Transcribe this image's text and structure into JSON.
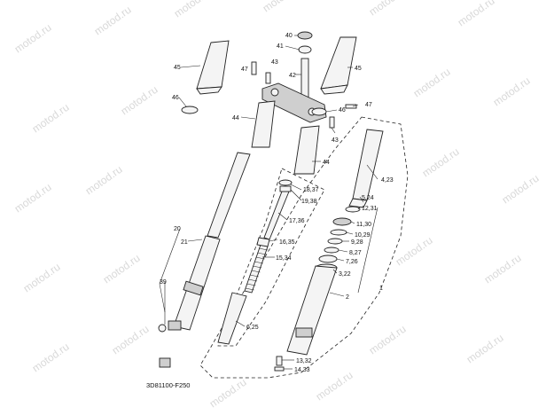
{
  "watermark": "motod.ru",
  "diagram_code": "3D81100-F250",
  "callouts": [
    {
      "id": "c40",
      "text": "40"
    },
    {
      "id": "c41",
      "text": "41"
    },
    {
      "id": "c45a",
      "text": "45"
    },
    {
      "id": "c45b",
      "text": "45"
    },
    {
      "id": "c47a",
      "text": "47"
    },
    {
      "id": "c43a",
      "text": "43"
    },
    {
      "id": "c42",
      "text": "42"
    },
    {
      "id": "c46a",
      "text": "46"
    },
    {
      "id": "c46b",
      "text": "46"
    },
    {
      "id": "c47b",
      "text": "47"
    },
    {
      "id": "c43b",
      "text": "43"
    },
    {
      "id": "c44a",
      "text": "44"
    },
    {
      "id": "c44b",
      "text": "44"
    },
    {
      "id": "c18",
      "text": "18,37"
    },
    {
      "id": "c19",
      "text": "19,38"
    },
    {
      "id": "c17",
      "text": "17,36"
    },
    {
      "id": "c16",
      "text": "16,35"
    },
    {
      "id": "c15",
      "text": "15,34"
    },
    {
      "id": "c4",
      "text": "4,23"
    },
    {
      "id": "c5",
      "text": "5,24"
    },
    {
      "id": "c12",
      "text": "12,31"
    },
    {
      "id": "c11",
      "text": "11,30"
    },
    {
      "id": "c10",
      "text": "10,29"
    },
    {
      "id": "c9",
      "text": "9,28"
    },
    {
      "id": "c8",
      "text": "8,27"
    },
    {
      "id": "c7",
      "text": "7,26"
    },
    {
      "id": "c3",
      "text": "3,22"
    },
    {
      "id": "c2",
      "text": "2"
    },
    {
      "id": "c1",
      "text": "1"
    },
    {
      "id": "c20",
      "text": "20"
    },
    {
      "id": "c21",
      "text": "21"
    },
    {
      "id": "c39",
      "text": "39"
    },
    {
      "id": "c6",
      "text": "6,25"
    },
    {
      "id": "c13",
      "text": "13,32"
    },
    {
      "id": "c14",
      "text": "14,33"
    }
  ]
}
